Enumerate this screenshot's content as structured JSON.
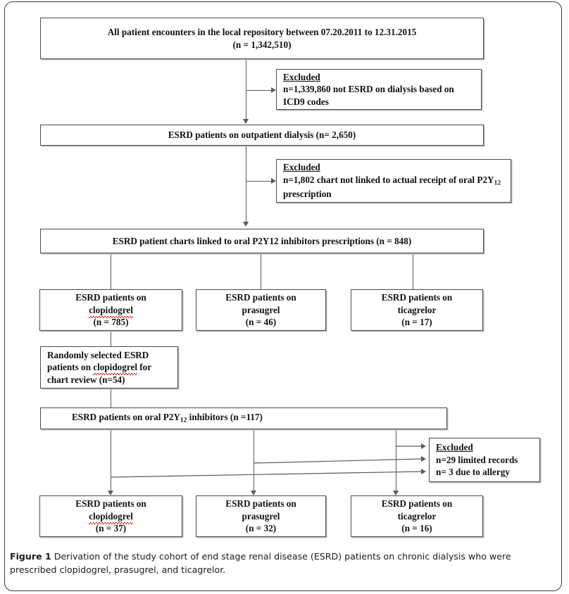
{
  "figure": {
    "caption_label": "Figure 1",
    "caption_text": " Derivation of the study cohort of end stage renal disease (ESRD) patients on chronic dialysis who were prescribed clopidogrel, prasugrel, and ticagrelor."
  },
  "nodes": {
    "all_encounters": {
      "line1": "All patient encounters in the local repository between 07.20.2011 to 12.31.2015",
      "line2": "(n = 1,342,510)"
    },
    "excluded_1": {
      "heading": "Excluded",
      "body": "n=1,339,860 not ESRD on dialysis based on ICD9 codes"
    },
    "outpatient_dialysis": {
      "line1": "ESRD patients on outpatient dialysis (n= 2,650)"
    },
    "excluded_2": {
      "heading": "Excluded",
      "body_before": "n=1,802 chart not linked to actual receipt of oral P2Y",
      "body_sub": "12",
      "body_after": " prescription"
    },
    "charts_linked": {
      "line1": "ESRD patient charts linked to oral P2Y12 inhibitors prescriptions (n = 848)"
    },
    "clopidogrel_top": {
      "line1": "ESRD patients on",
      "line2": "clopidogrel",
      "line3": "(n = 785)"
    },
    "prasugrel_top": {
      "line1": "ESRD patients on",
      "line2": "prasugrel",
      "line3": "(n = 46)"
    },
    "ticagrelor_top": {
      "line1": "ESRD patients on",
      "line2": "ticagrelor",
      "line3": "(n = 17)"
    },
    "random_selection": {
      "line1_a": "Randomly selected ESRD",
      "line2_a": "patients on ",
      "line2_b": "clopidogrel",
      "line2_c": " for",
      "line3_a": "chart review (n=54)"
    },
    "oral_inhibitors": {
      "before": "ESRD patients on oral P2Y",
      "sub": "12",
      "after": " inhibitors (n =117)"
    },
    "excluded_3": {
      "heading": "Excluded",
      "line1": "n=29 limited records",
      "line2": "n= 3 due to allergy"
    },
    "clopidogrel_bottom": {
      "line1": "ESRD patients on",
      "line2": "clopidogrel",
      "line3": "(n = 37)"
    },
    "prasugrel_bottom": {
      "line1": "ESRD patients on",
      "line2": "prasugrel",
      "line3": "(n = 32)"
    },
    "ticagrelor_bottom": {
      "line1": "ESRD patients on",
      "line2": "ticagrelor",
      "line3": "(n = 16)"
    }
  },
  "colors": {
    "box_border": "#4a4a4a",
    "connector": "#5a5a5a",
    "page_frame": "#2e3a4f",
    "spellcheck_underline": "#e01b1b",
    "text": "#111111"
  }
}
